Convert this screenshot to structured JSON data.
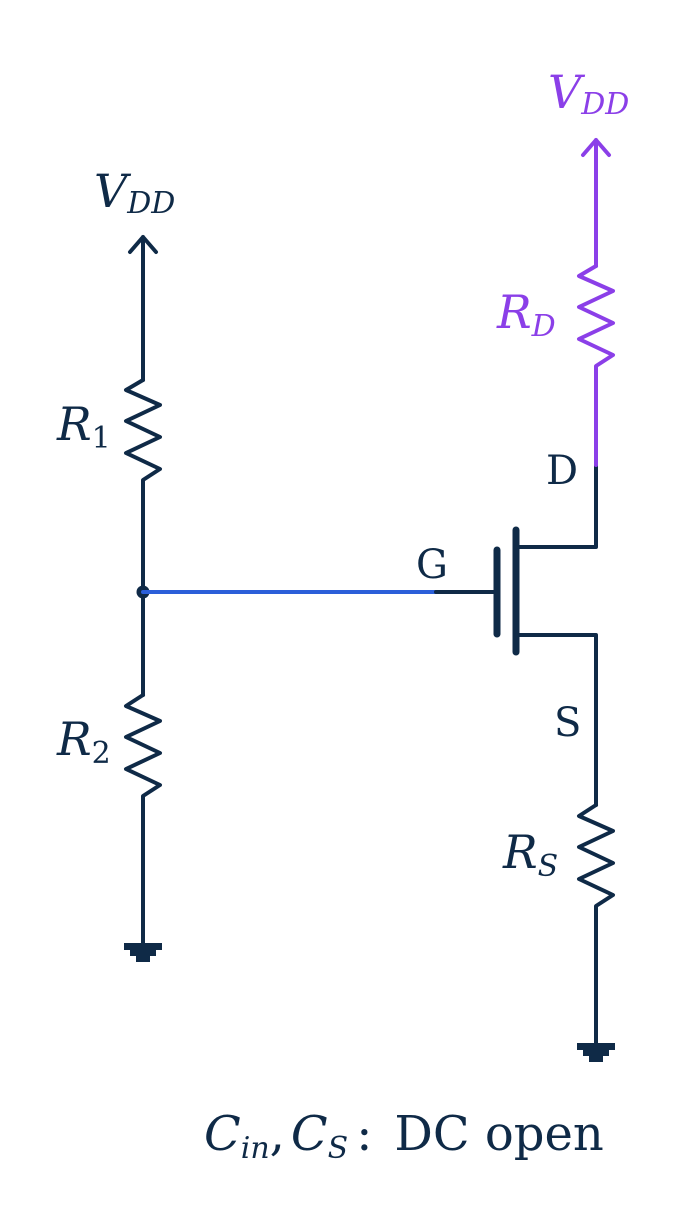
{
  "colors": {
    "wire": "#0f2a47",
    "gate_wire": "#2b5fd9",
    "drain_branch": "#8b3fe8"
  },
  "labels": {
    "vdd_left": {
      "main": "V",
      "sub": "DD"
    },
    "vdd_right": {
      "main": "V",
      "sub": "DD"
    },
    "r1": {
      "main": "R",
      "sub": "1"
    },
    "r2": {
      "main": "R",
      "sub": "2"
    },
    "rd": {
      "main": "R",
      "sub": "D"
    },
    "rs": {
      "main": "R",
      "sub": "S"
    },
    "gate": "G",
    "drain": "D",
    "source": "S"
  },
  "caption": {
    "c1": "C",
    "c1_sub": "in",
    "sep": ",",
    "c2": "C",
    "c2_sub": "S",
    "colon": ":",
    "text": "DC open"
  },
  "icons": [
    "vdd-arrow-icon",
    "ground-icon",
    "resistor-icon",
    "mosfet-icon",
    "junction-dot-icon"
  ]
}
